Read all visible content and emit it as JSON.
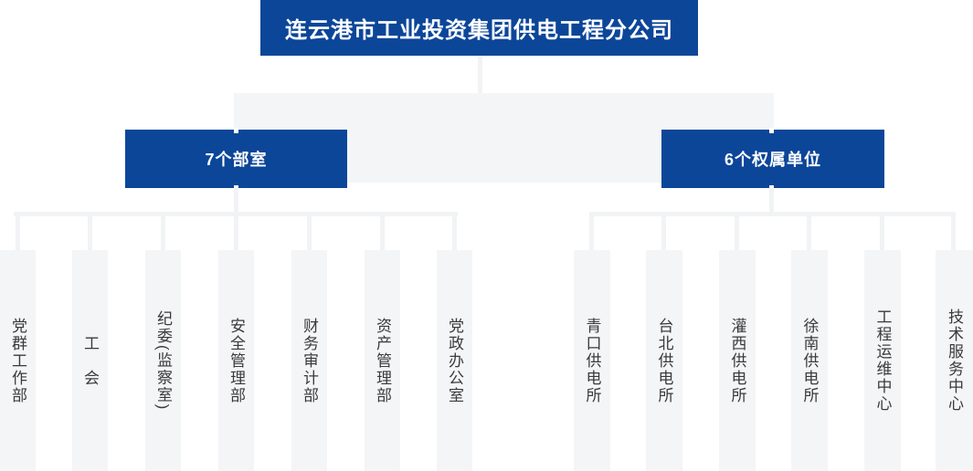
{
  "title": "连云港市工业投资集团供电工程分公司",
  "colors": {
    "brand_blue": "#0c4699",
    "band_gray": "#f4f5f7",
    "line_gray": "#f2f3f5",
    "label_text": "#3a3a3a",
    "node_text": "#ffffff"
  },
  "groups": [
    {
      "label": "7个部室",
      "items": [
        "党群工作部",
        "工　会",
        "纪委(监察室)",
        "安全管理部",
        "财务审计部",
        "资产管理部",
        "党政办公室"
      ]
    },
    {
      "label": "6个权属单位",
      "items": [
        "青口供电所",
        "台北供电所",
        "灌西供电所",
        "徐南供电所",
        "工程运维中心",
        "技术服务中心"
      ]
    }
  ]
}
